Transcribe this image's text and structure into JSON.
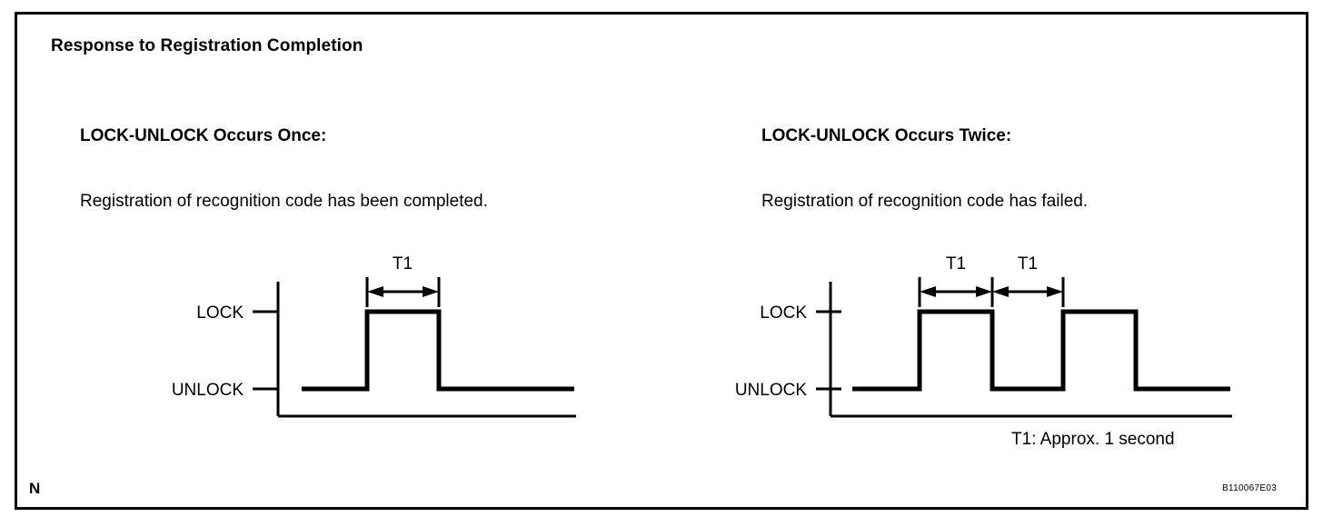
{
  "figure": {
    "title": "Response to Registration Completion",
    "corner_mark": "N",
    "figure_code": "B110067E03",
    "note": "T1: Approx. 1 second",
    "border_color": "#000000",
    "background_color": "#ffffff",
    "line_color": "#000000"
  },
  "cases": [
    {
      "id": "occurs-once",
      "heading": "LOCK-UNLOCK Occurs Once:",
      "description": "Registration of recognition code has been completed.",
      "axis_labels": {
        "high": "LOCK",
        "low": "UNLOCK"
      },
      "dimension_labels": [
        "T1"
      ],
      "pulse_count": 1
    },
    {
      "id": "occurs-twice",
      "heading": "LOCK-UNLOCK Occurs Twice:",
      "description": "Registration of recognition code has failed.",
      "axis_labels": {
        "high": "LOCK",
        "low": "UNLOCK"
      },
      "dimension_labels": [
        "T1",
        "T1"
      ],
      "pulse_count": 2
    }
  ],
  "chart_data": {
    "type": "line",
    "title": "Response to Registration Completion",
    "xlabel": "",
    "ylabel": "",
    "grid": false,
    "legend": "none",
    "series": [
      {
        "name": "LOCK-UNLOCK Occurs Once",
        "states": [
          "UNLOCK",
          "LOCK",
          "UNLOCK"
        ],
        "levels": [
          0,
          1,
          0
        ],
        "transitions_x": [
          0,
          1,
          2
        ],
        "segment_durations_s": [
          null,
          1,
          null
        ],
        "annotations": [
          "T1"
        ]
      },
      {
        "name": "LOCK-UNLOCK Occurs Twice",
        "states": [
          "UNLOCK",
          "LOCK",
          "UNLOCK",
          "LOCK",
          "UNLOCK"
        ],
        "levels": [
          0,
          1,
          0,
          1,
          0
        ],
        "transitions_x": [
          0,
          1,
          2,
          3,
          4
        ],
        "segment_durations_s": [
          null,
          1,
          1,
          1,
          null
        ],
        "annotations": [
          "T1",
          "T1"
        ]
      }
    ],
    "ytick_labels": [
      "UNLOCK",
      "LOCK"
    ],
    "yvalues": [
      0,
      1
    ],
    "notes": [
      "T1: Approx. 1 second"
    ]
  }
}
